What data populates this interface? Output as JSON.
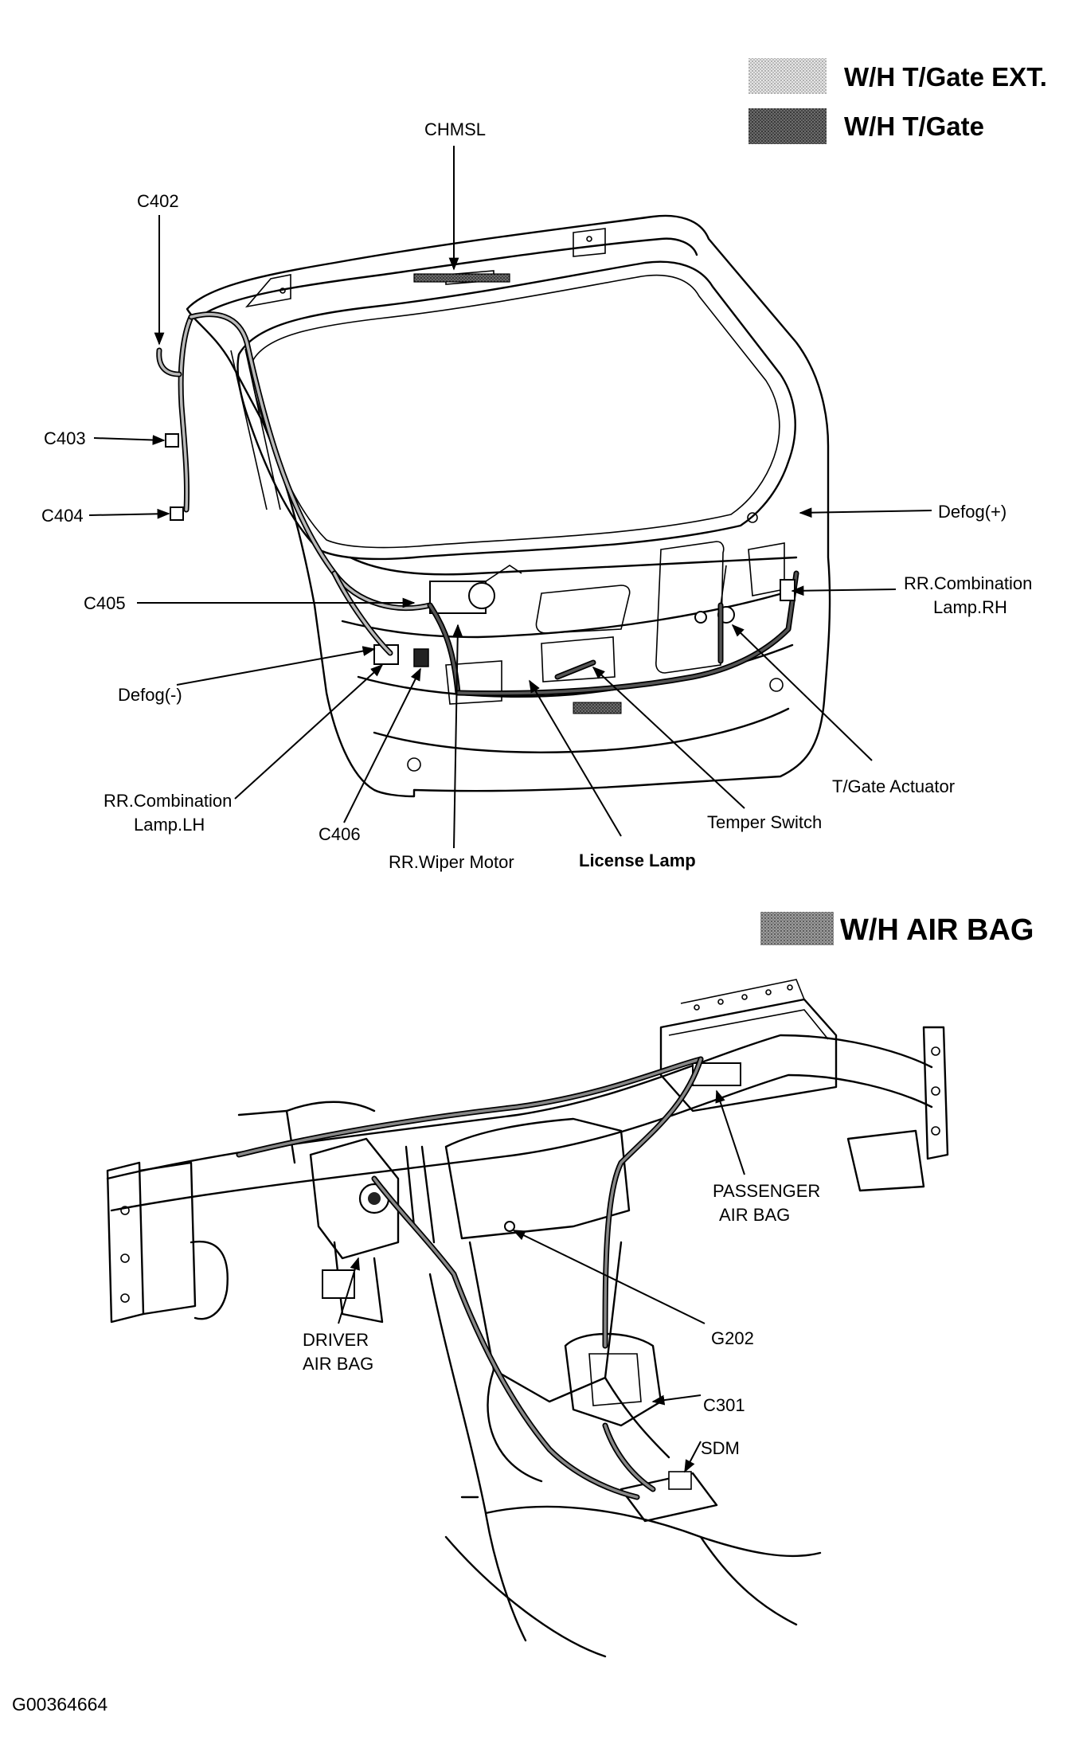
{
  "legend": {
    "tgate_ext": "W/H T/Gate EXT.",
    "tgate": "W/H T/Gate",
    "air_bag": "W/H AIR BAG",
    "colors": {
      "ext_swatch": "#cfcfcf",
      "tgate_swatch": "#7a7a7a",
      "airbag_swatch": "#9a9a9a"
    }
  },
  "tailgate_labels": {
    "chmsl": "CHMSL",
    "c402": "C402",
    "c403": "C403",
    "c404": "C404",
    "c405": "C405",
    "defog_minus": "Defog(-)",
    "rr_comb_lh_1": "RR.Combination",
    "rr_comb_lh_2": "Lamp.LH",
    "c406": "C406",
    "rr_wiper_motor": "RR.Wiper Motor",
    "license_lamp": "License Lamp",
    "temper_switch": "Temper Switch",
    "tgate_actuator": "T/Gate Actuator",
    "defog_plus": "Defog(+)",
    "rr_comb_rh_1": "RR.Combination",
    "rr_comb_rh_2": "Lamp.RH"
  },
  "airbag_labels": {
    "passenger_1": "PASSENGER",
    "passenger_2": "AIR BAG",
    "driver_1": "DRIVER",
    "driver_2": "AIR BAG",
    "g202": "G202",
    "c301": "C301",
    "sdm": "SDM"
  },
  "figure_code": "G00364664"
}
